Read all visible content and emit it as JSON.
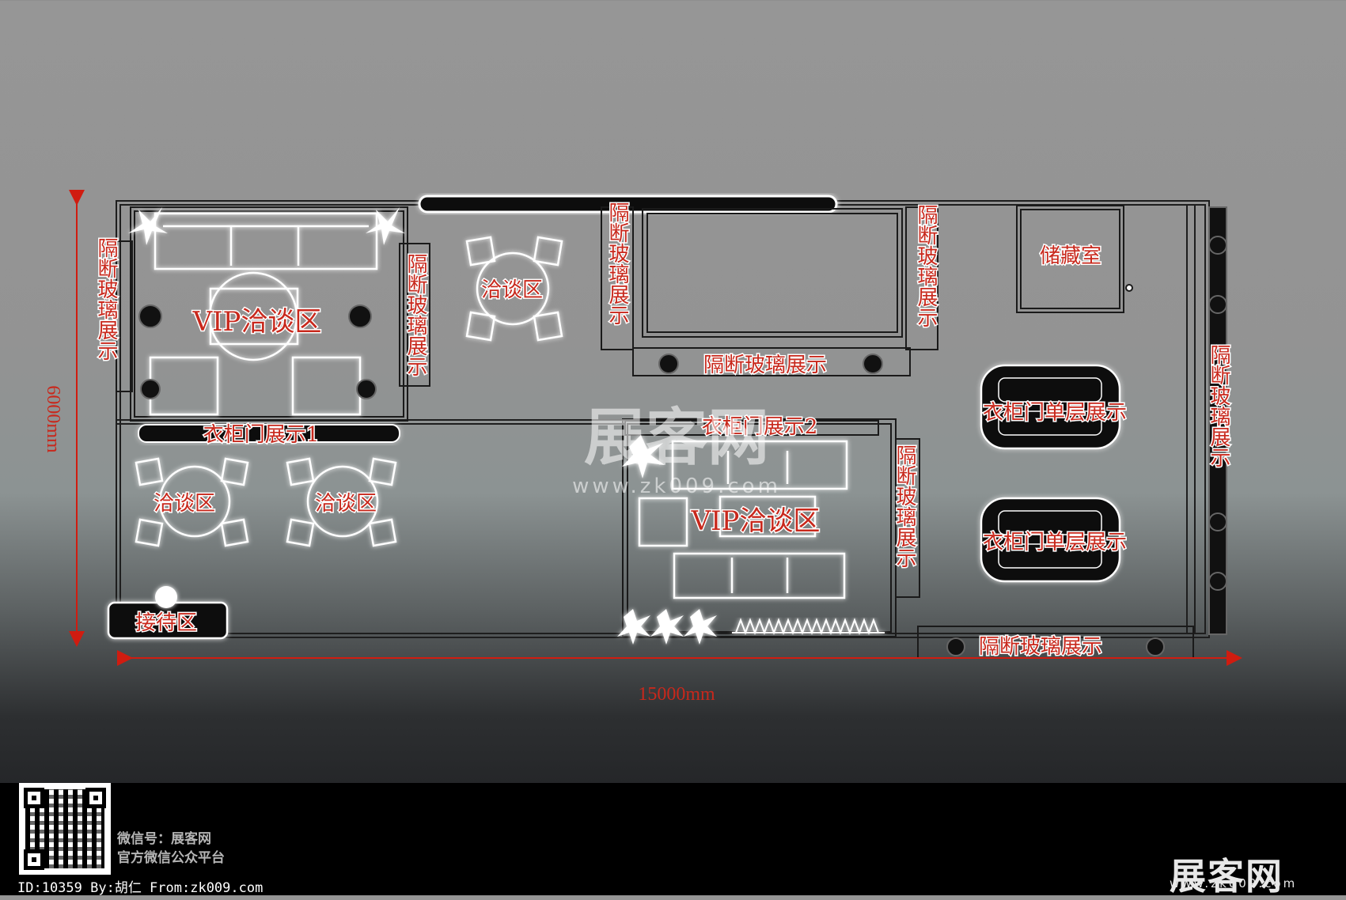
{
  "dimensions": {
    "height": "6000mm",
    "width": "15000mm"
  },
  "zones": {
    "partition_left": "隔断玻璃展示",
    "vip_top": "VIP洽谈区",
    "partition_vip_right": "隔断玻璃展示",
    "wardrobe_1": "衣柜门展示1",
    "talk_top": "洽谈区",
    "partition_center_left": "隔断玻璃展示",
    "partition_center_right": "隔断玻璃展示",
    "partition_center_bottom": "隔断玻璃展示",
    "storage": "储藏室",
    "partition_far_right": "隔断玻璃展示",
    "wardrobe_single_1": "衣柜门单层展示",
    "wardrobe_single_2": "衣柜门单层展示",
    "wardrobe_2": "衣柜门展示2",
    "vip_bottom": "VIP洽谈区",
    "partition_mid": "隔断玻璃展示",
    "talk_left": "洽谈区",
    "talk_right": "洽谈区",
    "reception": "接待区",
    "partition_bottom_right": "隔断玻璃展示"
  },
  "watermark": {
    "brand": "展客网",
    "url": "www.zk009.com"
  },
  "footer": {
    "wechat_line1": "微信号：展客网",
    "wechat_line2": "官方微信公众平台",
    "id_line": "ID:10359 By:胡仁 From:zk009.com",
    "logo": "展客网",
    "logo_url": "www.zk009.com"
  },
  "colors": {
    "dimension_red": "#c8281c",
    "line_white": "#ffffff"
  }
}
